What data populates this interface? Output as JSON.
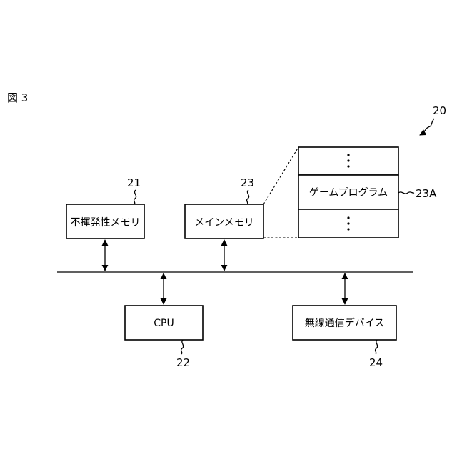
{
  "figure_label": "図 3",
  "system_ref": "20",
  "blocks": {
    "nonvolatile_memory": {
      "label": "不揮発性メモリ",
      "ref": "21"
    },
    "main_memory": {
      "label": "メインメモリ",
      "ref": "23"
    },
    "cpu": {
      "label": "CPU",
      "ref": "22"
    },
    "wireless_device": {
      "label": "無線通信デバイス",
      "ref": "24"
    }
  },
  "memory_map": {
    "game_program": {
      "label": "ゲームプログラム",
      "ref": "23A"
    }
  }
}
